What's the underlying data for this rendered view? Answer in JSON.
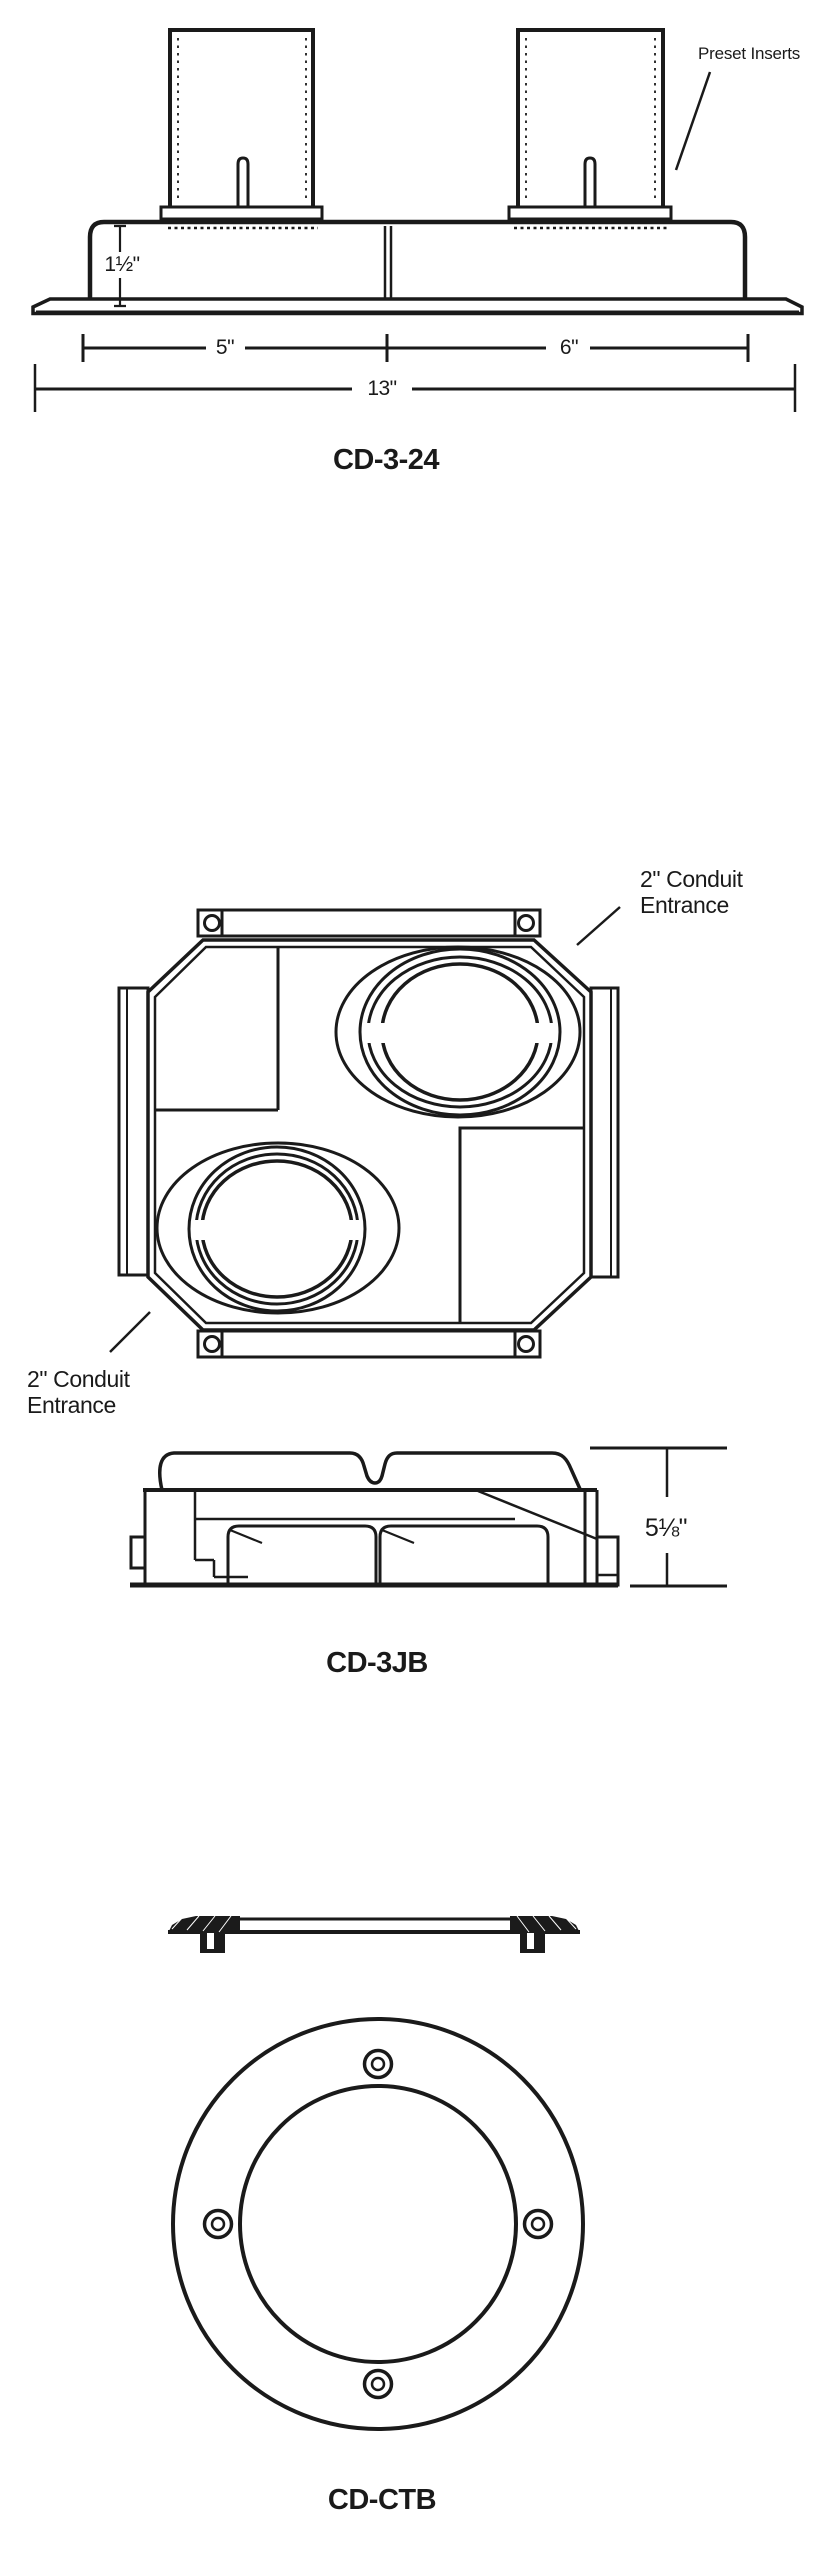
{
  "page": {
    "background": "#ffffff",
    "ink": "#1a1a1a"
  },
  "figure_cd324": {
    "title": "CD-3-24",
    "label_preset_inserts": "Preset Inserts",
    "dim_height": "1½\"",
    "dim_left": "5\"",
    "dim_right": "6\"",
    "dim_overall": "13\""
  },
  "figure_cd3jb": {
    "title": "CD-3JB",
    "label_conduit_line1": "2\" Conduit",
    "label_conduit_line2": "Entrance",
    "dim_height": "5⅛\""
  },
  "figure_cdctb": {
    "title": "CD-CTB"
  }
}
